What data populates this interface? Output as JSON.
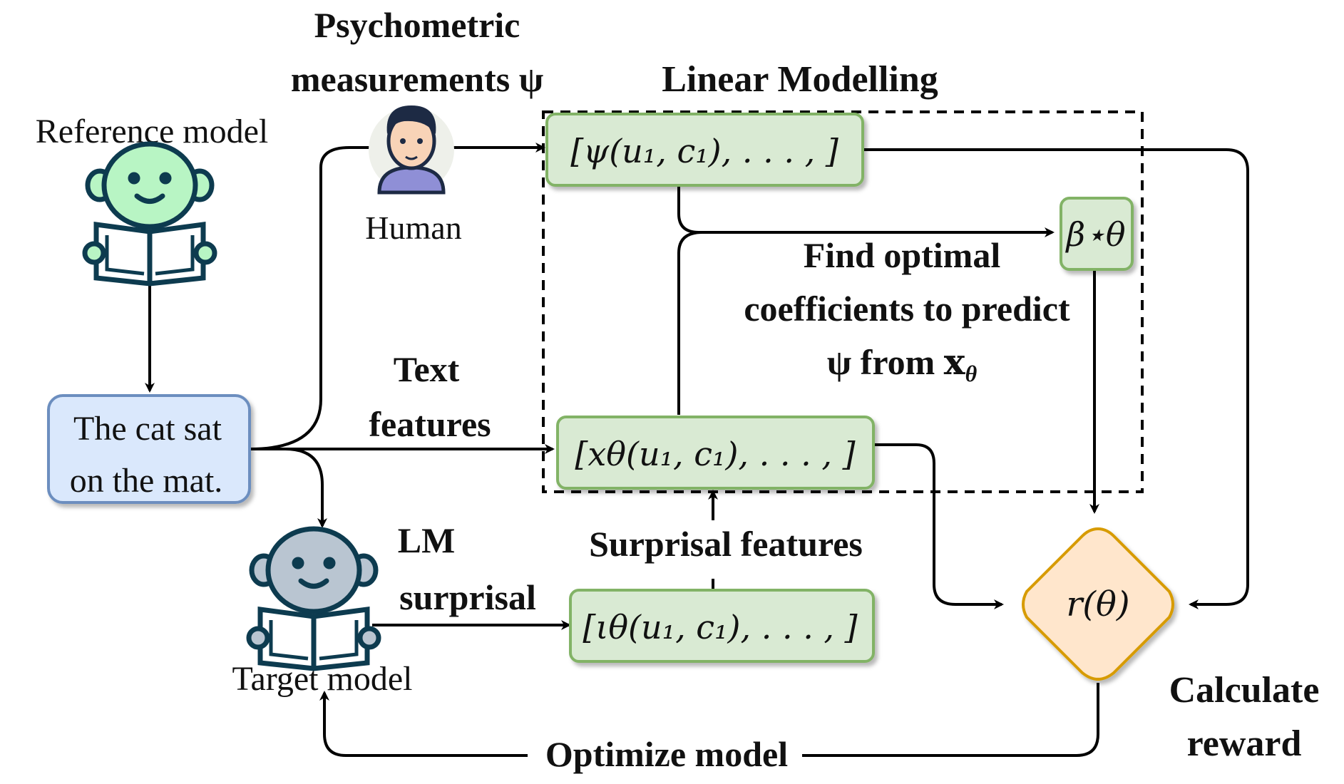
{
  "labels": {
    "reference_model": "Reference model",
    "psychometric_line1": "Psychometric",
    "psychometric_line2": "measurements ψ",
    "human": "Human",
    "linear_modelling": "Linear Modelling",
    "find_line1": "Find optimal",
    "find_line2": "coefficients to predict",
    "find_line3_prefix": "ψ from ",
    "find_line3_x": "x",
    "find_line3_sub": "θ",
    "text_features_line1": "Text",
    "text_features_line2": "features",
    "sentence_line1": "The cat sat",
    "sentence_line2": "on the mat.",
    "lm_surprisal_line1": "LM",
    "lm_surprisal_line2": "surprisal",
    "surprisal_features": "Surprisal features",
    "target_model": "Target model",
    "calculate_line1": "Calculate",
    "calculate_line2": "reward",
    "optimize_model": "Optimize model"
  },
  "boxes": {
    "psi_vector": "[ψ(u₁, c₁), . . . , ]",
    "x_vector": "[xθ(u₁, c₁), . . . , ]",
    "iota_vector": "[ιθ(u₁, c₁), . . . , ]",
    "beta": "β⋆θ",
    "reward": "r(θ)"
  },
  "colors": {
    "green_fill": "#d9ead3",
    "green_stroke": "#82b366",
    "blue_fill": "#dae8fc",
    "blue_stroke": "#6c8ebf",
    "orange_fill": "#ffe6cc",
    "orange_stroke": "#d79b00",
    "robot_green": "#b8f5c4",
    "robot_gray": "#b9c5d1",
    "robot_outline": "#0d3b4f"
  },
  "icons": {
    "reference_robot": "robot-reading-icon",
    "target_robot": "robot-reading-icon",
    "human": "person-avatar-icon"
  }
}
